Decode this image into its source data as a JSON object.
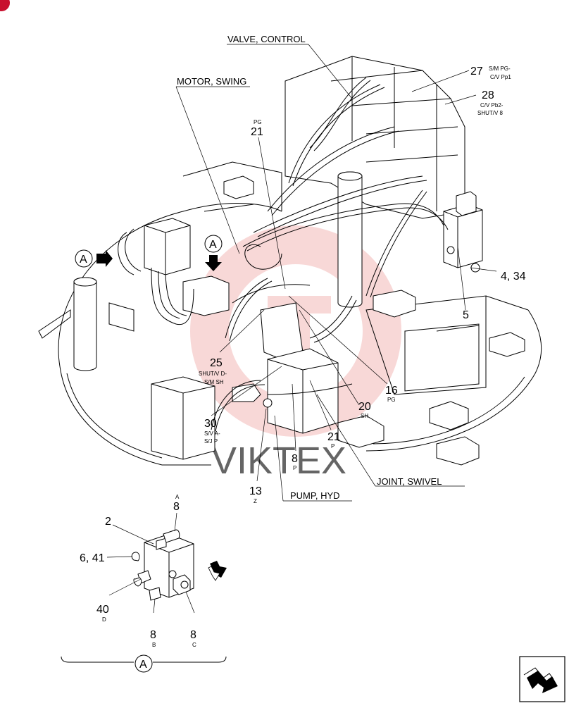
{
  "labels": {
    "valve_control": "VALVE, CONTROL",
    "motor_swing": "MOTOR, SWING",
    "joint_swivel": "JOINT, SWIVEL",
    "pump_hyd": "PUMP, HYD",
    "watermark": "VIKTEX"
  },
  "callouts": {
    "c27": {
      "num": "27",
      "sub1": "S/M PG-",
      "sub2": "C/V Pp1"
    },
    "c28": {
      "num": "28",
      "sub1": "C/V Pb2-",
      "sub2": "SHUT/V 8"
    },
    "c21_top": {
      "num": "21",
      "sub": "PG"
    },
    "c4_34": {
      "num": "4, 34"
    },
    "c5": {
      "num": "5"
    },
    "c25": {
      "num": "25",
      "sub1": "SHUT/V D-",
      "sub2": "S/M SH"
    },
    "c16": {
      "num": "16",
      "sub": "PG"
    },
    "c20": {
      "num": "20",
      "sub": "SH"
    },
    "c30": {
      "num": "30",
      "sub1": "S/V A-",
      "sub2": "S/J P"
    },
    "c21_p": {
      "num": "21",
      "sub": "P"
    },
    "c8_p": {
      "num": "8",
      "sub": "P"
    },
    "c13": {
      "num": "13",
      "sub": "Z"
    }
  },
  "view_marker": "A",
  "detail": {
    "c8_a": {
      "num": "8",
      "sub": "A"
    },
    "c2": {
      "num": "2"
    },
    "c6_41": {
      "num": "6, 41"
    },
    "c40": {
      "num": "40",
      "sub": "D"
    },
    "c8_b": {
      "num": "8",
      "sub": "B"
    },
    "c8_c": {
      "num": "8",
      "sub": "C"
    },
    "label": "A"
  }
}
